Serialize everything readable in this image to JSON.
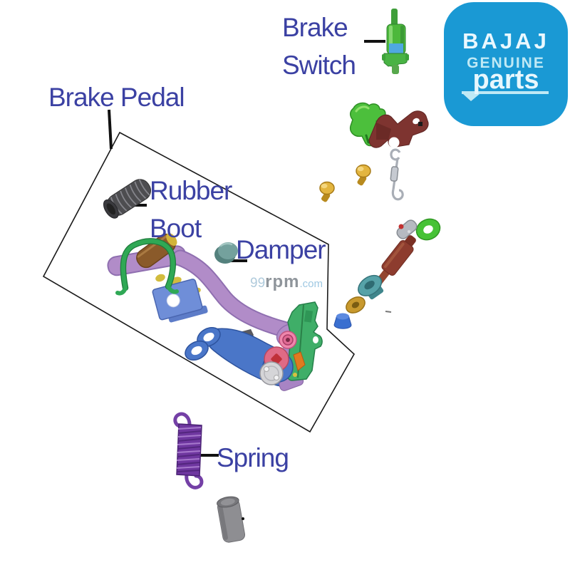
{
  "labels": {
    "brake_switch_line1": "Brake",
    "brake_switch_line2": "Switch",
    "brake_pedal": "Brake Pedal",
    "rubber_boot_line1": "Rubber",
    "rubber_boot_line2": "Boot",
    "damper": "Damper",
    "spring": "Spring"
  },
  "watermark": {
    "num": "99",
    "rpm": "rpm",
    "dotcom": ".com"
  },
  "logo": {
    "brand": "BAJAJ",
    "genuine": "GENUINE",
    "parts": "parts",
    "background": "#1a99d4",
    "brand_color": "#eaf8ff",
    "accent_color": "#bfe9f5"
  },
  "colors": {
    "label_text": "#3b41a3",
    "pointer_line": "#111111",
    "outline": "#1a1a1a"
  },
  "parts": {
    "switch_green": "#4db83c",
    "switch_band": "#4fa8e0",
    "clip_green": "#4cbf3c",
    "bracket_maroon": "#7e3430",
    "s_hook": "#a9aeb6",
    "screw_gold": "#e3b53f",
    "washer_green": "#46c236",
    "bolt_silver": "#b6bac1",
    "spindle_maroon": "#8d3c2e",
    "bushing_teal": "#56a2a8",
    "washer_gold": "#c8992e",
    "grommet_blue": "#3a6fd0",
    "boot_gray": "#4d4d50",
    "damper_teal": "#74a19d",
    "pedal_purple": "#b18cc8",
    "pad_brown": "#8a5a2a",
    "pad_clip_green": "#2fa855",
    "clamp_plate_blue": "#6f8ed8",
    "lever_blue": "#4a76c8",
    "bracket_green": "#3fae68",
    "disc_pink": "#e06a85",
    "disc_silver": "#d5d5d8",
    "orange_link": "#e07a20",
    "spring_purple": "#6f37a0",
    "pin_gray": "#8e8e92"
  }
}
